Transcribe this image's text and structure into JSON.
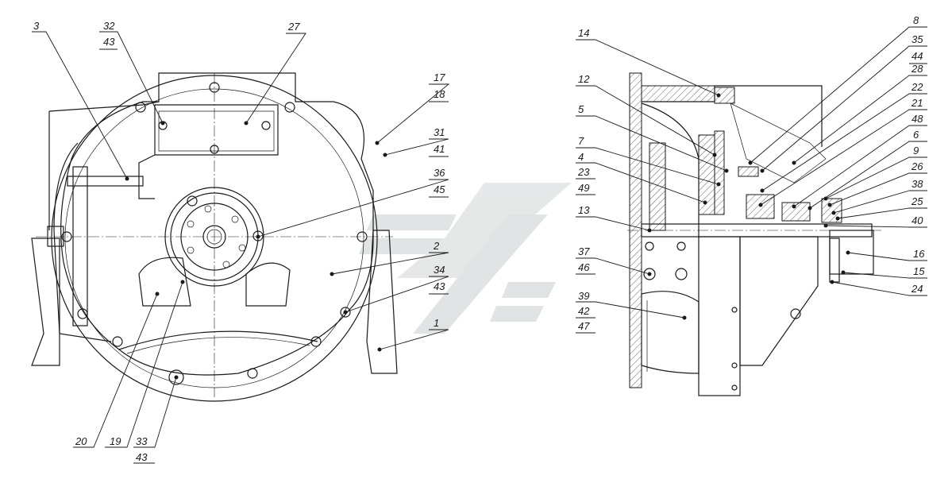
{
  "left_view": {
    "callouts": [
      {
        "id": "c3",
        "lines": [
          "3"
        ]
      },
      {
        "id": "c32",
        "lines": [
          "32",
          "43"
        ]
      },
      {
        "id": "c27",
        "lines": [
          "27"
        ]
      },
      {
        "id": "c17",
        "lines": [
          "17",
          "18"
        ]
      },
      {
        "id": "c31",
        "lines": [
          "31",
          "41"
        ]
      },
      {
        "id": "c36",
        "lines": [
          "36",
          "45"
        ]
      },
      {
        "id": "c2",
        "lines": [
          "2"
        ]
      },
      {
        "id": "c34",
        "lines": [
          "34",
          "43"
        ]
      },
      {
        "id": "c1",
        "lines": [
          "1"
        ]
      },
      {
        "id": "c20",
        "lines": [
          "20"
        ]
      },
      {
        "id": "c19",
        "lines": [
          "19"
        ]
      },
      {
        "id": "c33",
        "lines": [
          "33",
          "43"
        ]
      }
    ]
  },
  "right_view": {
    "callouts": [
      {
        "id": "c14",
        "lines": [
          "14"
        ]
      },
      {
        "id": "c12",
        "lines": [
          "12"
        ]
      },
      {
        "id": "c5",
        "lines": [
          "5"
        ]
      },
      {
        "id": "c7",
        "lines": [
          "7"
        ]
      },
      {
        "id": "c4",
        "lines": [
          "4",
          "23",
          "49"
        ]
      },
      {
        "id": "c13",
        "lines": [
          "13"
        ]
      },
      {
        "id": "c37",
        "lines": [
          "37",
          "46"
        ]
      },
      {
        "id": "c39",
        "lines": [
          "39",
          "42",
          "47"
        ]
      },
      {
        "id": "c8",
        "lines": [
          "8"
        ]
      },
      {
        "id": "c35",
        "lines": [
          "35",
          "44"
        ]
      },
      {
        "id": "c28",
        "lines": [
          "28"
        ]
      },
      {
        "id": "c22",
        "lines": [
          "22"
        ]
      },
      {
        "id": "c21",
        "lines": [
          "21"
        ]
      },
      {
        "id": "c48",
        "lines": [
          "48"
        ]
      },
      {
        "id": "c6",
        "lines": [
          "6"
        ]
      },
      {
        "id": "c9",
        "lines": [
          "9"
        ]
      },
      {
        "id": "c26",
        "lines": [
          "26"
        ]
      },
      {
        "id": "c38",
        "lines": [
          "38"
        ]
      },
      {
        "id": "c25",
        "lines": [
          "25"
        ]
      },
      {
        "id": "c40",
        "lines": [
          "40"
        ]
      },
      {
        "id": "c16",
        "lines": [
          "16"
        ]
      },
      {
        "id": "c15",
        "lines": [
          "15"
        ]
      },
      {
        "id": "c24",
        "lines": [
          "24"
        ]
      }
    ]
  },
  "watermark": {
    "shape": "chevron-logo",
    "color": "#c9cfcf"
  }
}
